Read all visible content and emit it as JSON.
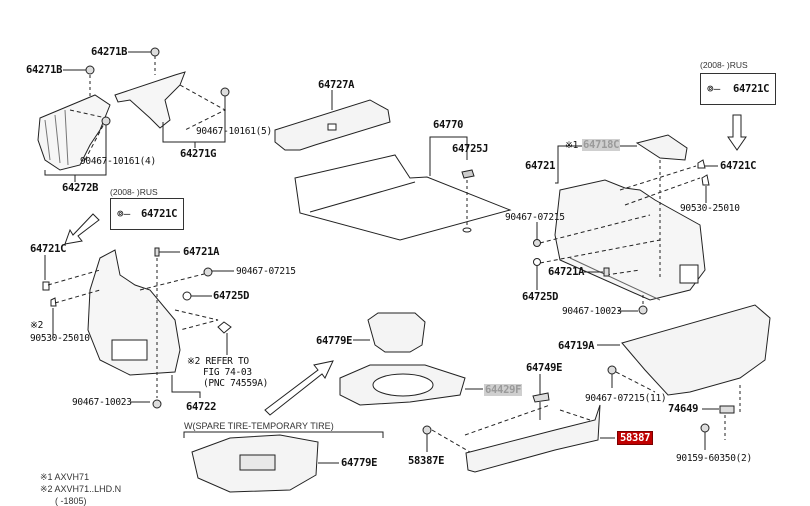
{
  "diagram": {
    "title": "Luggage compartment trim parts diagram",
    "highlight_color": "#c00000",
    "disabled_color": "#cfcfcf",
    "ref_boxes": [
      {
        "header": "(2008-        )RUS",
        "part": "64721C",
        "icon": "clip-icon"
      },
      {
        "header": "(2008-        )RUS",
        "part": "64721C",
        "icon": "clip-icon"
      }
    ],
    "labels": {
      "p64271B_1": "64271B",
      "p64271B_2": "64271B",
      "p90467_10161_5": "90467-10161(5)",
      "p90467_10161_4": "90467-10161(4)",
      "p64271G": "64271G",
      "p64272B": "64272B",
      "p64727A": "64727A",
      "p64770": "64770",
      "p64725J": "64725J",
      "p64721": "64721",
      "p64718C_mark": "※1",
      "p64718C": "64718C",
      "p64721C_right": "64721C",
      "p90530_25010_right": "90530-25010",
      "p90467_07215_right": "90467-07215",
      "p64721A_right": "64721A",
      "p64725D_right": "64725D",
      "p90467_10023_right": "90467-10023",
      "p64721C_left": "64721C",
      "p64721A_left": "64721A",
      "p90467_07215_left": "90467-07215",
      "p64725D_left": "64725D",
      "p90530_25010_left_mark": "※2",
      "p90530_25010_left": "90530-25010",
      "refer_note_line1": "※2 REFER TO",
      "refer_note_line2": "FIG 74-03",
      "refer_note_line3": "(PNC 74559A)",
      "p90467_10023_left": "90467-10023",
      "p64722": "64722",
      "p64779E_top": "64779E",
      "p64429F": "64429F",
      "p64749E": "64749E",
      "p64719A": "64719A",
      "p90467_07215_11": "90467-07215(11)",
      "p74649": "74649",
      "p58387E": "58387E",
      "p58387": "58387",
      "p90159_60350_2": "90159-60350(2)",
      "p64779E_bottom": "64779E"
    },
    "spare_tire_group": "W(SPARE TIRE-TEMPORARY TIRE)",
    "footnotes": [
      "※1 AXVH71",
      "※2 AXVH71..LHD.N",
      "(      -1805)"
    ]
  }
}
